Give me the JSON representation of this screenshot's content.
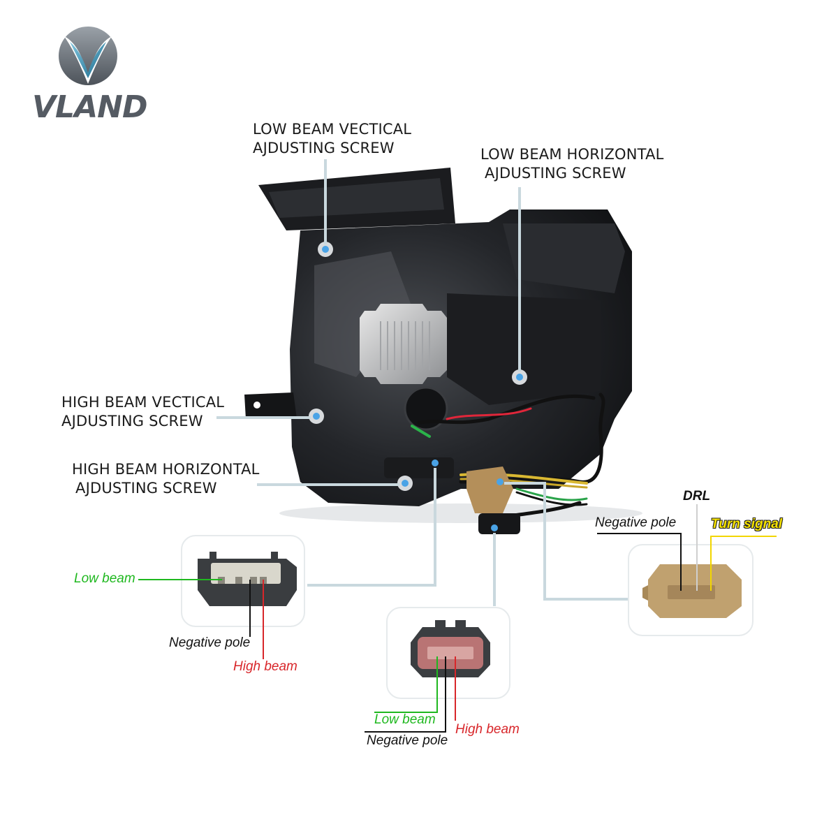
{
  "brand": {
    "name": "VLAND",
    "colors": {
      "logo_blue": "#2d7fa0",
      "logo_grey": "#5a6068"
    }
  },
  "callouts": {
    "low_beam_vertical": [
      "LOW BEAM VECTICAL",
      "AJDUSTING SCREW"
    ],
    "low_beam_horizontal": [
      "LOW BEAM HORIZONTAL",
      "AJDUSTING SCREW"
    ],
    "high_beam_vertical": [
      "HIGH BEAM VECTICAL",
      "AJDUSTING SCREW"
    ],
    "high_beam_horizontal": [
      "HIGH BEAM HORIZONTAL",
      "AJDUSTING SCREW"
    ]
  },
  "connector_left": {
    "low_beam": "Low beam",
    "negative_pole": "Negative pole",
    "high_beam": "High beam"
  },
  "connector_middle": {
    "low_beam": "Low beam",
    "negative_pole": "Negative pole",
    "high_beam": "High beam"
  },
  "connector_right": {
    "drl": "DRL",
    "negative_pole": "Negative pole",
    "turn_signal": "Turn signal"
  },
  "colors": {
    "leader": "#c9d8de",
    "green": "#1fb81f",
    "red": "#d8262a",
    "yellow": "#f2d600",
    "screw_dot": "#4aa3e6"
  }
}
